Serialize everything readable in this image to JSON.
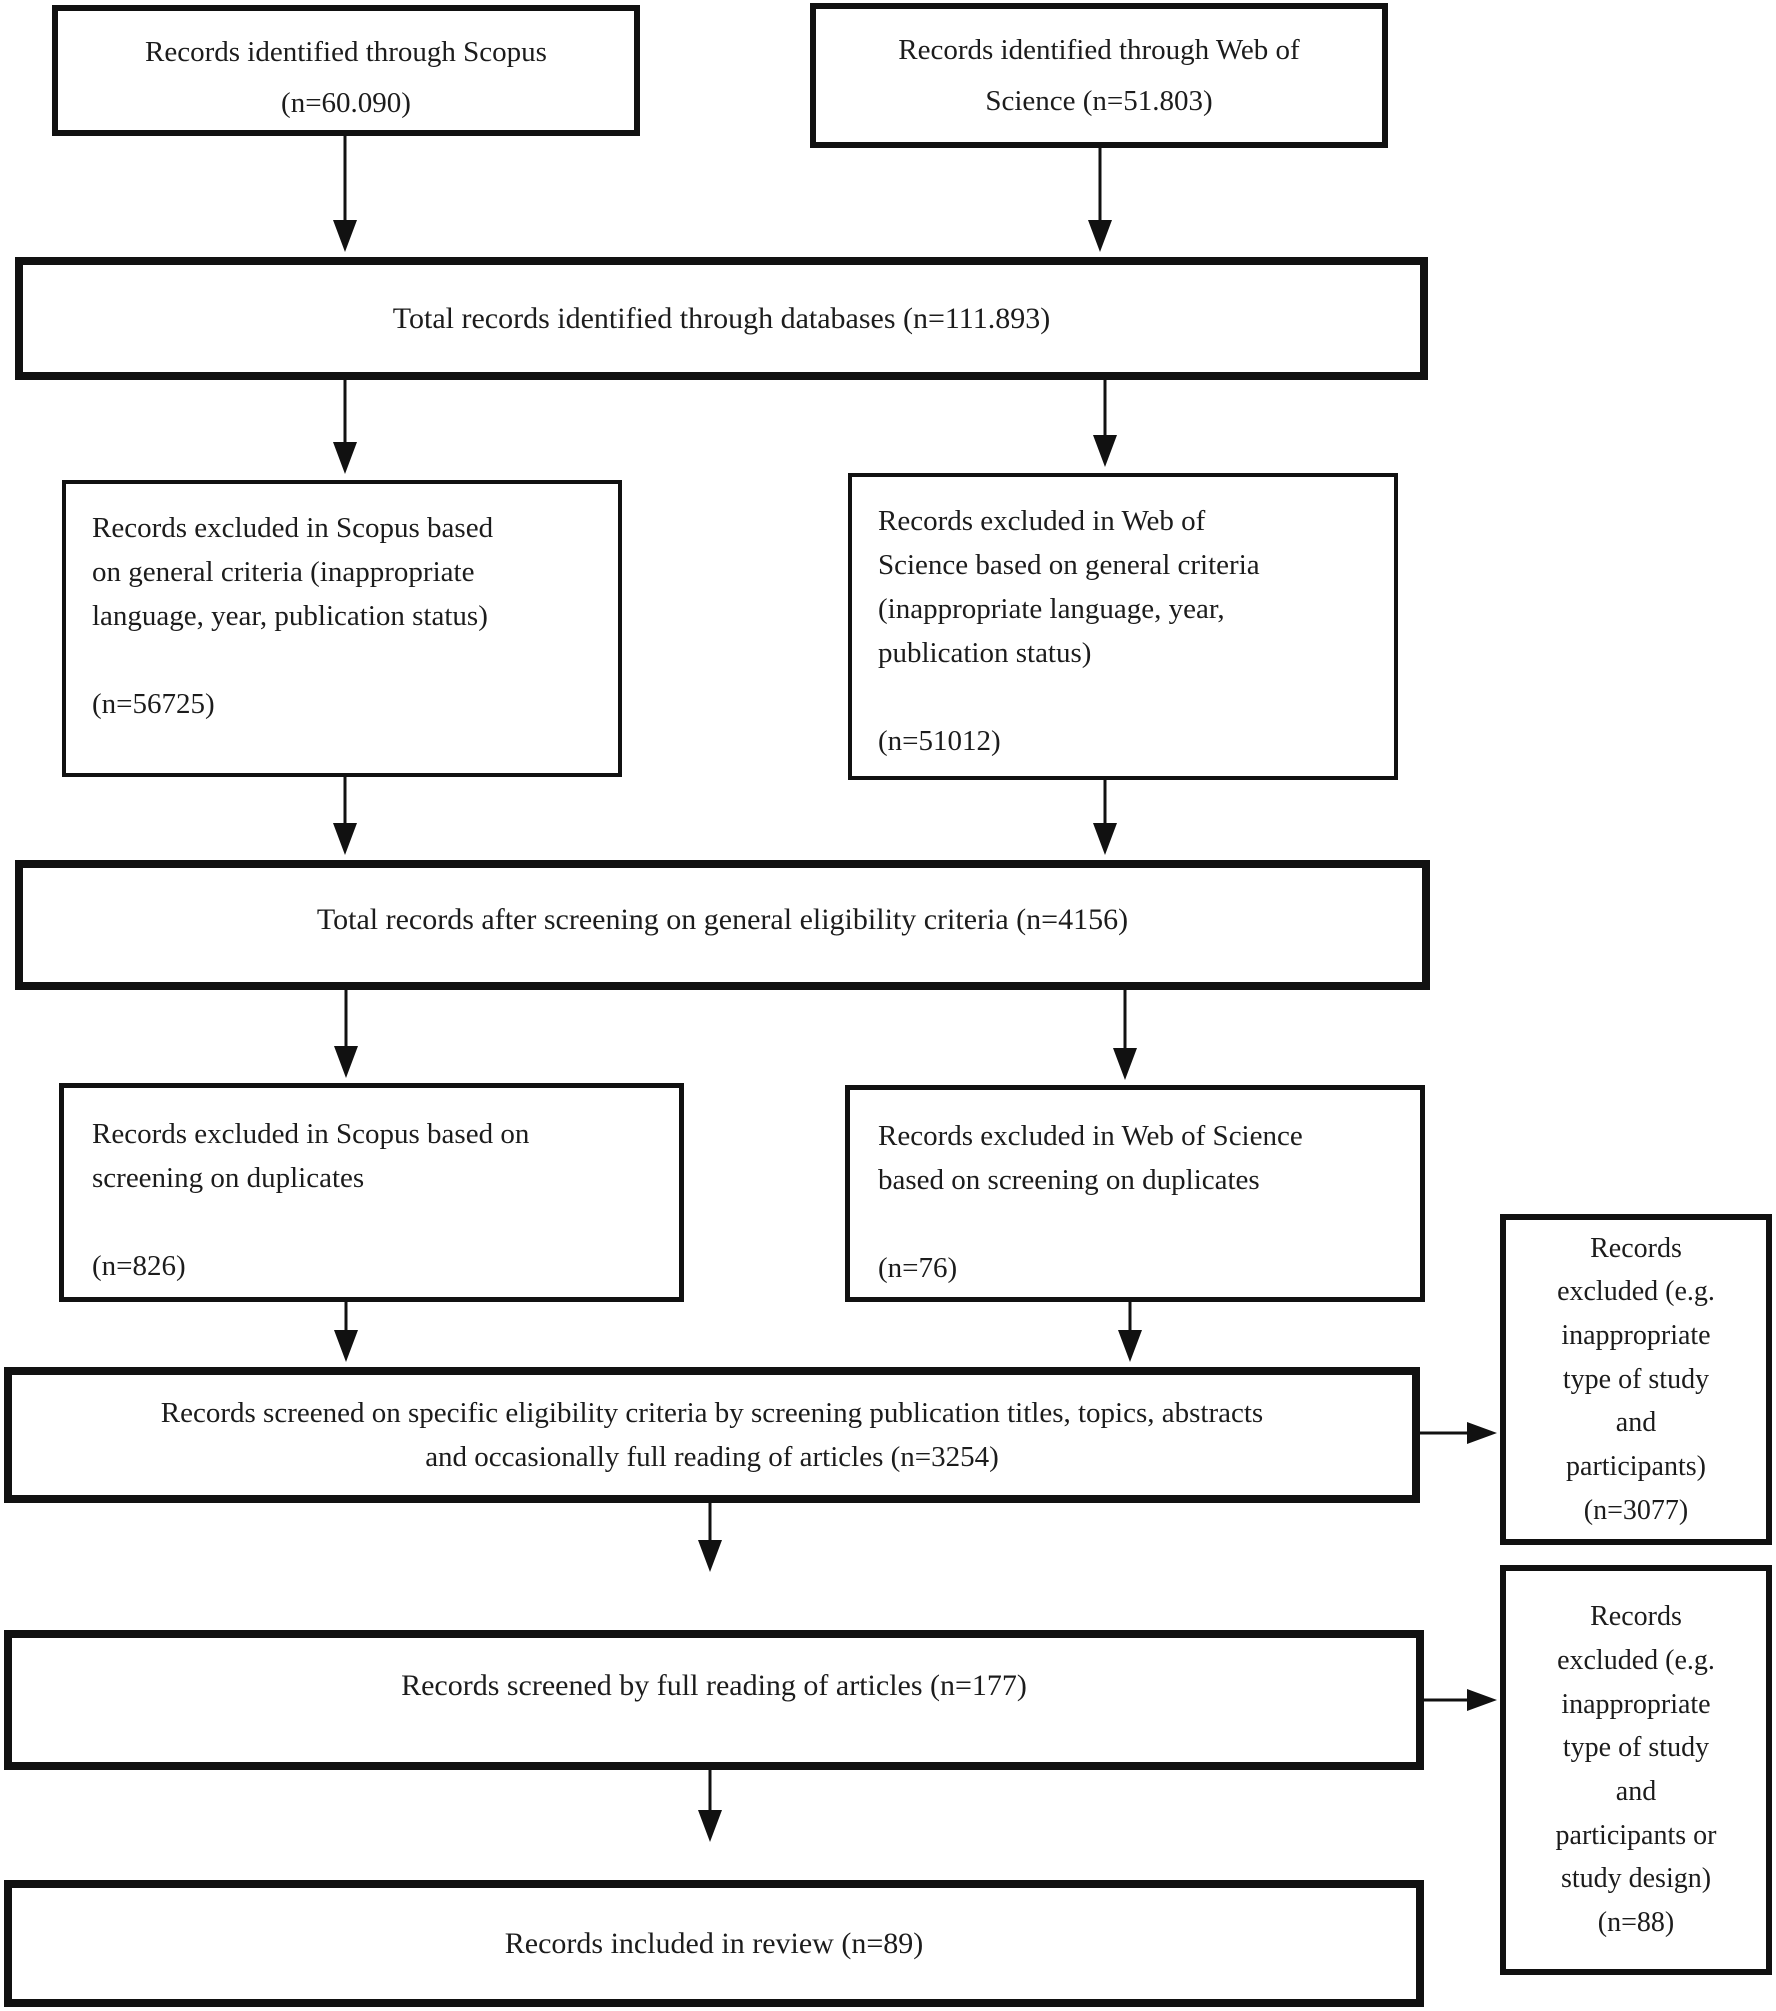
{
  "diagram": {
    "type": "flowchart",
    "colors": {
      "border": "#111111",
      "background": "#ffffff",
      "text": "#1c1c1c"
    },
    "nodes": {
      "scopus_identified": {
        "text": "Records identified through Scopus\n(n=60.090)",
        "n": "60.090"
      },
      "wos_identified": {
        "text": "Records identified through Web of\nScience (n=51.803)",
        "n": "51.803"
      },
      "total_identified": {
        "text": "Total records identified through databases (n=111.893)",
        "n": "111.893"
      },
      "scopus_excluded_general": {
        "text": "Records excluded in Scopus based\non general criteria (inappropriate\nlanguage, year, publication status)\n\n(n=56725)",
        "n": "56725"
      },
      "wos_excluded_general": {
        "text": "Records excluded in Web of\nScience based on general criteria\n(inappropriate language, year,\npublication status)\n\n(n=51012)",
        "n": "51012"
      },
      "total_after_screening": {
        "text": "Total records after screening on general eligibility criteria (n=4156)",
        "n": "4156"
      },
      "scopus_excluded_duplicates": {
        "text": "Records excluded in Scopus based on\nscreening on duplicates\n\n(n=826)",
        "n": "826"
      },
      "wos_excluded_duplicates": {
        "text": "Records excluded in Web of Science\nbased on screening on duplicates\n\n(n=76)",
        "n": "76"
      },
      "screened_specific": {
        "text": "Records screened on specific eligibility criteria by screening publication titles, topics, abstracts\nand occasionally full reading of articles (n=3254)",
        "n": "3254"
      },
      "excluded_type_participants": {
        "text": "Records\nexcluded (e.g.\ninappropriate\ntype of study\nand\nparticipants)\n(n=3077)",
        "n": "3077"
      },
      "screened_full_reading": {
        "text": "Records screened by full reading of articles (n=177)",
        "n": "177"
      },
      "excluded_type_design": {
        "text": "Records\nexcluded (e.g.\ninappropriate\ntype of study\nand\nparticipants or\nstudy design)\n(n=88)",
        "n": "88"
      },
      "included_review": {
        "text": "Records included in review (n=89)",
        "n": "89"
      }
    },
    "edges": [
      {
        "from": "scopus_identified",
        "to": "total_identified"
      },
      {
        "from": "wos_identified",
        "to": "total_identified"
      },
      {
        "from": "total_identified",
        "to": "scopus_excluded_general"
      },
      {
        "from": "total_identified",
        "to": "wos_excluded_general"
      },
      {
        "from": "scopus_excluded_general",
        "to": "total_after_screening"
      },
      {
        "from": "wos_excluded_general",
        "to": "total_after_screening"
      },
      {
        "from": "total_after_screening",
        "to": "scopus_excluded_duplicates"
      },
      {
        "from": "total_after_screening",
        "to": "wos_excluded_duplicates"
      },
      {
        "from": "scopus_excluded_duplicates",
        "to": "screened_specific"
      },
      {
        "from": "wos_excluded_duplicates",
        "to": "screened_specific"
      },
      {
        "from": "screened_specific",
        "to": "excluded_type_participants"
      },
      {
        "from": "screened_specific",
        "to": "screened_full_reading"
      },
      {
        "from": "screened_full_reading",
        "to": "excluded_type_design"
      },
      {
        "from": "screened_full_reading",
        "to": "included_review"
      }
    ]
  }
}
